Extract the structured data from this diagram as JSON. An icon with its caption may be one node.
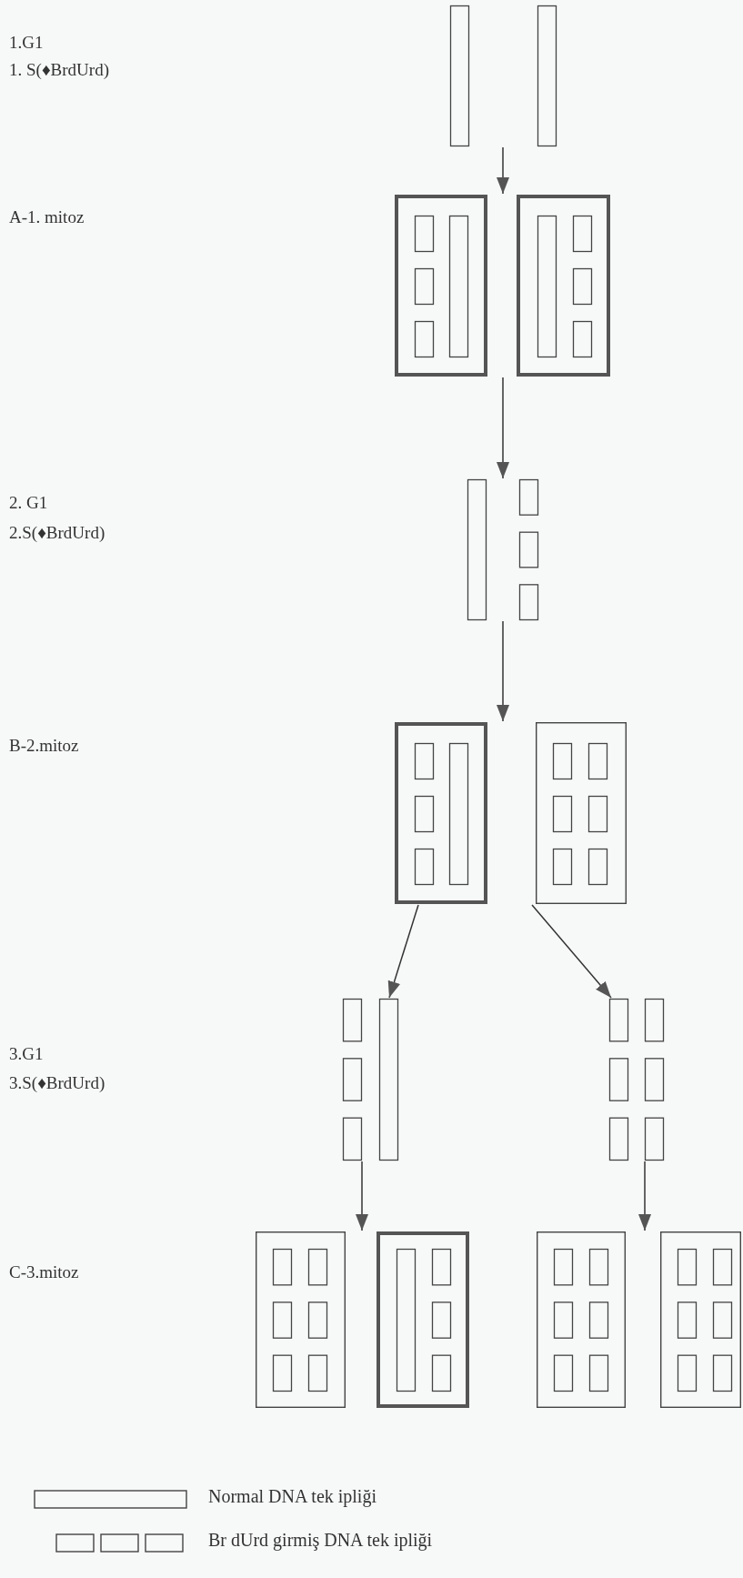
{
  "diagram": {
    "nodes": [
      {
        "text": [],
        "shape": "bar"
      },
      {
        "text": [],
        "shape": "box"
      },
      {
        "text": [],
        "shape": "bar"
      },
      {
        "text": [],
        "shape": "box"
      },
      {
        "text": [],
        "shape": "bar"
      },
      {
        "text": [],
        "shape": "bar"
      },
      {
        "text": [],
        "shape": "box"
      },
      {
        "text": [],
        "shape": "box"
      }
    ],
    "edges": [
      {
        "from": 0,
        "to": 1,
        "arrow": "to"
      },
      {
        "from": 1,
        "to": 2,
        "arrow": "to"
      },
      {
        "from": 2,
        "to": 3,
        "arrow": "to"
      },
      {
        "from": 3,
        "to": 4,
        "arrow": "to"
      },
      {
        "from": 3,
        "to": 5,
        "arrow": "to"
      },
      {
        "from": 4,
        "to": 6,
        "arrow": "to"
      },
      {
        "from": 5,
        "to": 7,
        "arrow": "to"
      }
    ],
    "labels": [
      "1.G1",
      "1. S(♦BrdUrd)",
      "A-1. mitoz",
      "2. G1",
      "2.S(♦BrdUrd)",
      "B-2.mitoz",
      "3.G1",
      "3.S(♦BrdUrd)",
      "C-3.mitoz"
    ],
    "legend": [
      {
        "text": "Normal DNA tek ipliği"
      },
      {
        "text": "Br dUrd girmiş DNA tek ipliği"
      }
    ]
  }
}
